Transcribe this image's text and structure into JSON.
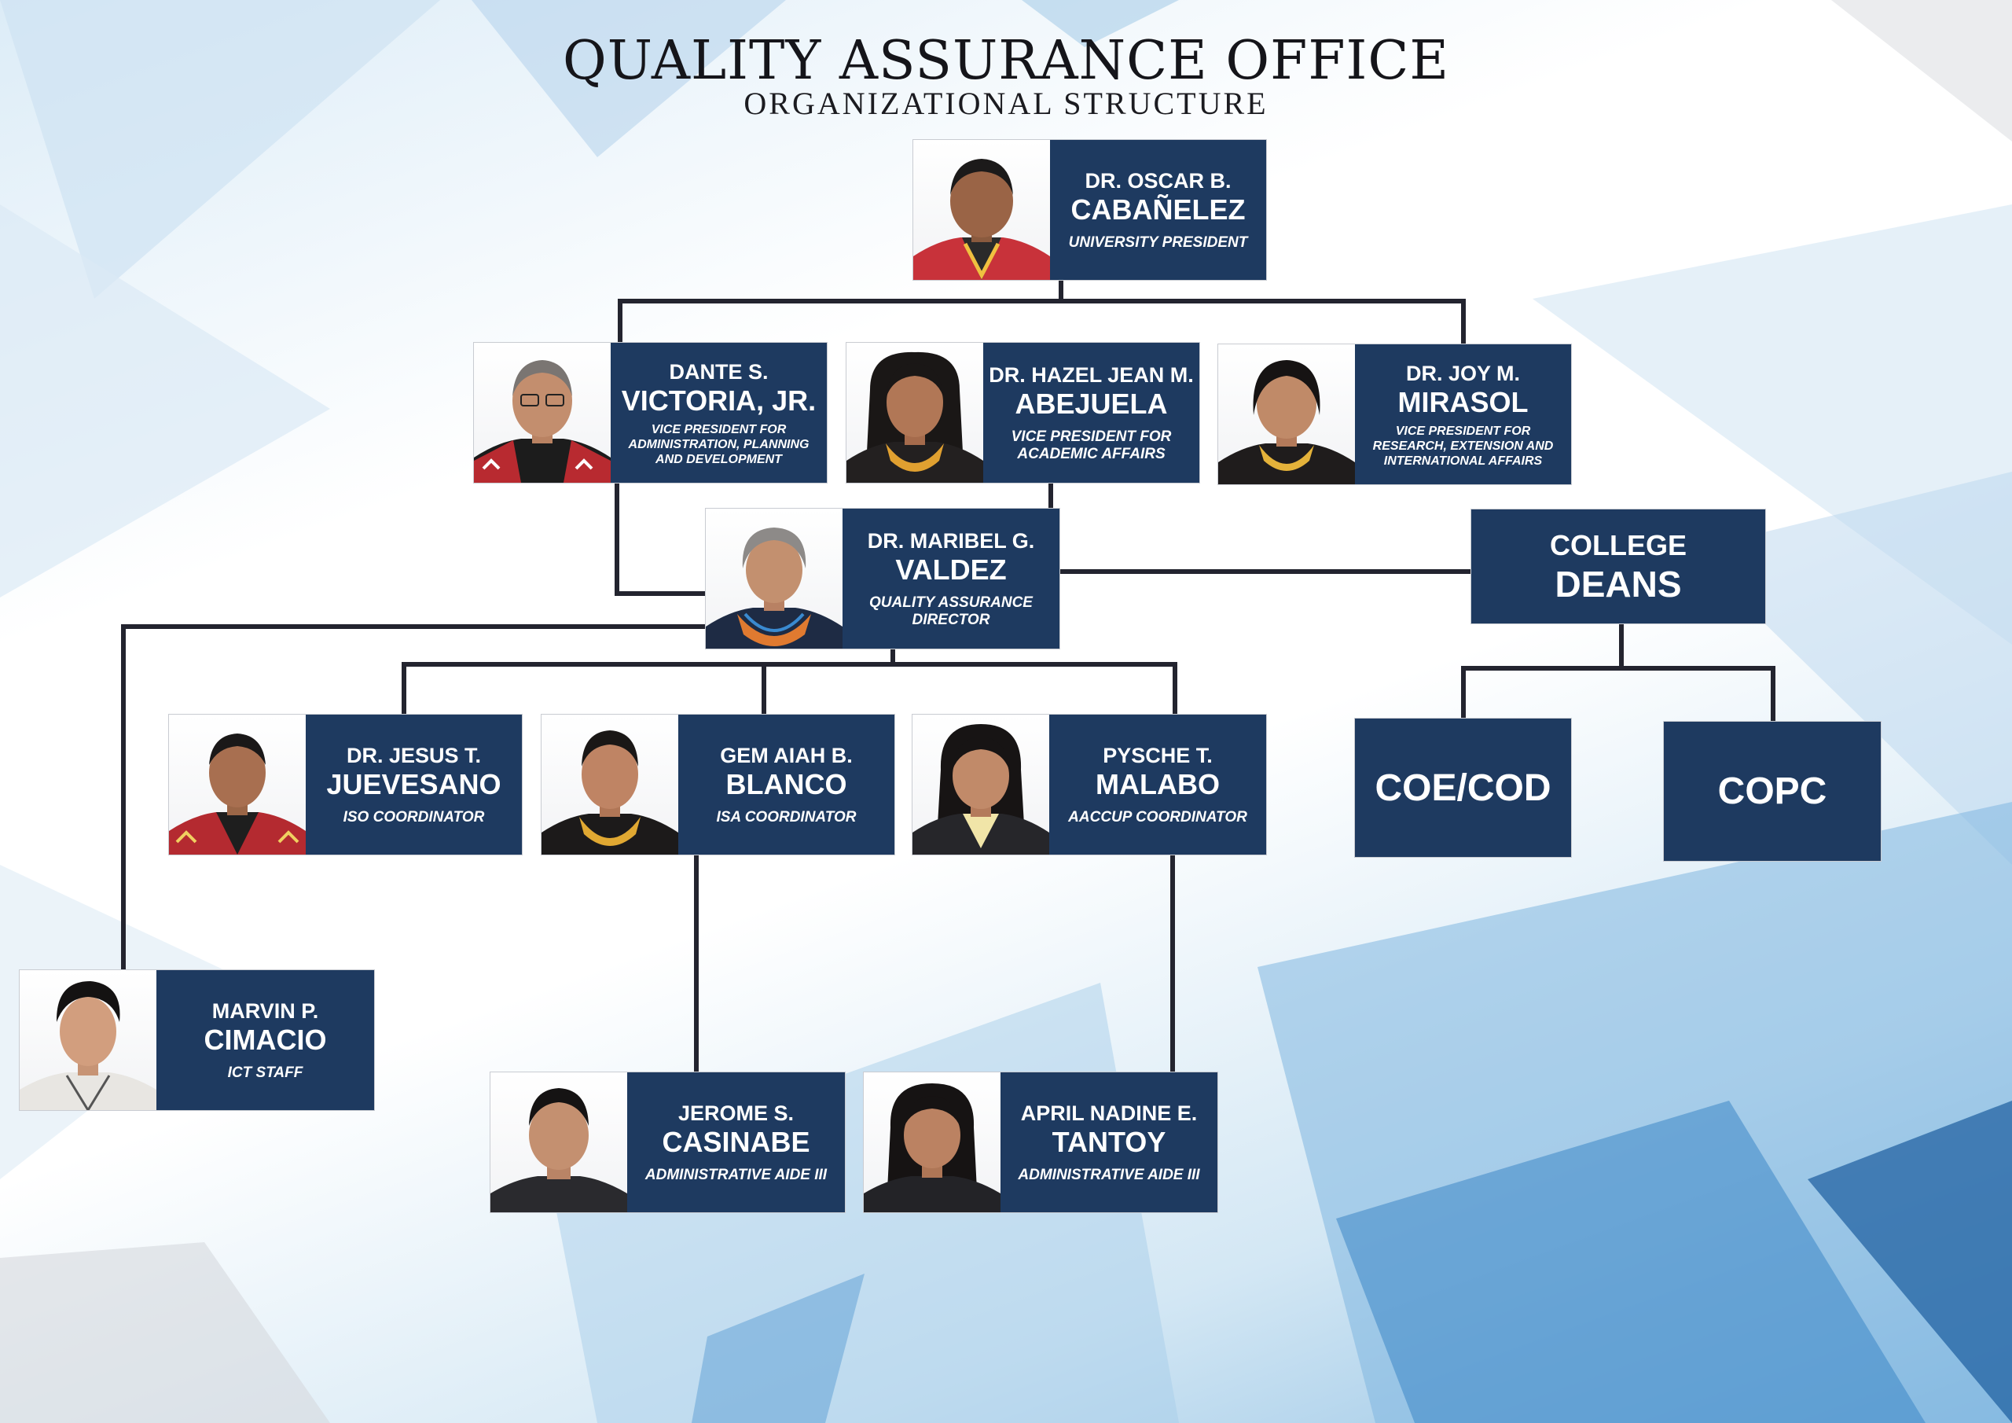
{
  "header": {
    "title": "QUALITY ASSURANCE OFFICE",
    "subtitle": "ORGANIZATIONAL STRUCTURE"
  },
  "people": {
    "president": {
      "first": "DR. OSCAR B.",
      "last": "CABAÑELEZ",
      "role": "UNIVERSITY PRESIDENT"
    },
    "vp_admin": {
      "first": "DANTE S.",
      "last": "VICTORIA, JR.",
      "role": "VICE PRESIDENT FOR ADMINISTRATION, PLANNING AND DEVELOPMENT"
    },
    "vp_academic": {
      "first": "DR. HAZEL JEAN M.",
      "last": "ABEJUELA",
      "role": "VICE PRESIDENT FOR ACADEMIC AFFAIRS"
    },
    "vp_research": {
      "first": "DR. JOY M.",
      "last": "MIRASOL",
      "role": "VICE PRESIDENT FOR RESEARCH, EXTENSION AND INTERNATIONAL AFFAIRS"
    },
    "director": {
      "first": "DR. MARIBEL G.",
      "last": "VALDEZ",
      "role": "QUALITY ASSURANCE DIRECTOR"
    },
    "iso": {
      "first": "DR. JESUS T.",
      "last": "JUEVESANO",
      "role": "ISO COORDINATOR"
    },
    "isa": {
      "first": "GEM AIAH B.",
      "last": "BLANCO",
      "role": "ISA COORDINATOR"
    },
    "aaccup": {
      "first": "PYSCHE T.",
      "last": "MALABO",
      "role": "AACCUP COORDINATOR"
    },
    "ict": {
      "first": "MARVIN P.",
      "last": "CIMACIO",
      "role": "ICT STAFF"
    },
    "aide1": {
      "first": "JEROME S.",
      "last": "CASINABE",
      "role": "ADMINISTRATIVE AIDE III"
    },
    "aide2": {
      "first": "APRIL NADINE E.",
      "last": "TANTOY",
      "role": "ADMINISTRATIVE AIDE III"
    }
  },
  "boxes": {
    "deans": {
      "line1": "COLLEGE",
      "line2": "DEANS"
    },
    "coe": "COE/COD",
    "copc": "COPC"
  },
  "colors": {
    "card": "#1e3a60",
    "connector": "#23242f"
  }
}
